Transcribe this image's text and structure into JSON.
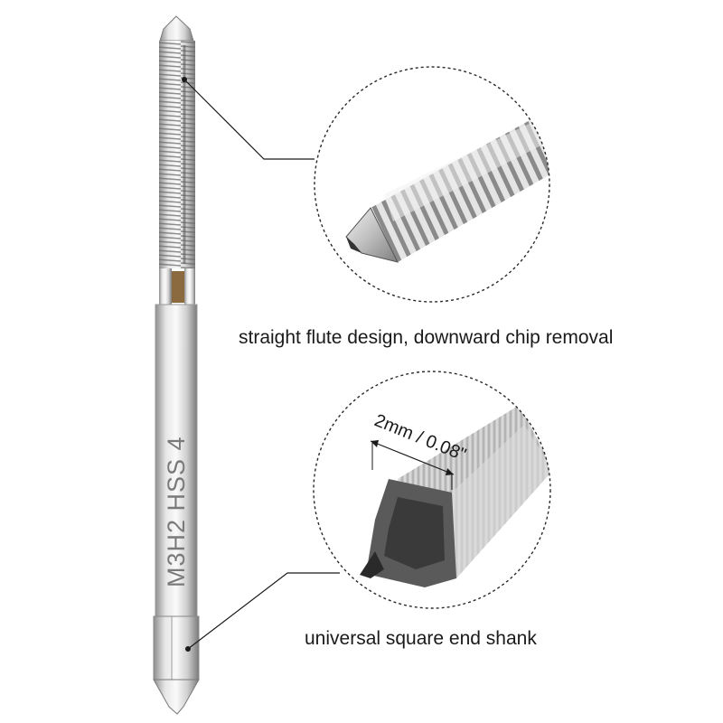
{
  "product": {
    "shank_marking": "M3H2 HSS 4"
  },
  "callouts": {
    "flute": {
      "caption": "straight flute design, downward chip removal"
    },
    "shank": {
      "caption": "universal square end shank",
      "dimension": "2mm / 0.08\""
    }
  },
  "colors": {
    "background": "#ffffff",
    "steel_light": "#e8e8e8",
    "steel_mid": "#b9b9b9",
    "steel_dark": "#6d6d6d",
    "bronze_band": "#8a6a3e",
    "leader_line": "#1a1a1a"
  }
}
